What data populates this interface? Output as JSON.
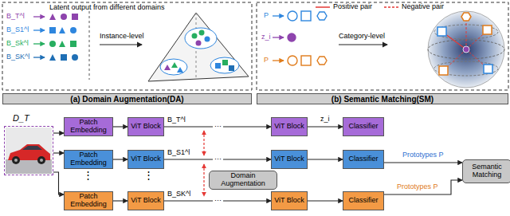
{
  "diagram": {
    "nodes": [
      {
        "text": [
          "(a) Domain Augmentation(DA)"
        ]
      },
      {
        "text": [
          "(b) Semantic Matching(SM)"
        ]
      },
      {
        "text": [
          "D_T"
        ]
      },
      {
        "text": [
          "Patch Embedding"
        ]
      },
      {
        "text": [
          "ViT Block"
        ]
      },
      {
        "text": [
          "ViT Block"
        ]
      },
      {
        "text": [
          "Classifier"
        ]
      },
      {
        "text": [
          "Patch Embedding"
        ]
      },
      {
        "text": [
          "ViT Block"
        ]
      },
      {
        "text": [
          "ViT Block"
        ]
      },
      {
        "text": [
          "Classifier"
        ]
      },
      {
        "text": [
          "Domain Augmentation"
        ]
      },
      {
        "text": [
          "Patch Embedding"
        ]
      },
      {
        "text": [
          "ViT Block"
        ]
      },
      {
        "text": [
          "ViT Block"
        ]
      },
      {
        "text": [
          "Classifier"
        ]
      },
      {
        "text": [
          "Semantic Matching"
        ]
      }
    ],
    "edges": [
      {
        "from": 2,
        "to": 3,
        "arrow": "to"
      },
      {
        "from": 2,
        "to": 7,
        "arrow": "to"
      },
      {
        "from": 2,
        "to": 12,
        "arrow": "to"
      },
      {
        "from": 3,
        "to": 4,
        "arrow": "to"
      },
      {
        "from": 4,
        "to": 5,
        "label": "···",
        "arrow": "to"
      },
      {
        "from": 5,
        "to": 6,
        "label": "z_i",
        "arrow": "to"
      },
      {
        "from": 7,
        "to": 8,
        "arrow": "to"
      },
      {
        "from": 8,
        "to": 9,
        "label": "···",
        "arrow": "to"
      },
      {
        "from": 9,
        "to": 10,
        "arrow": "to"
      },
      {
        "from": 12,
        "to": 13,
        "arrow": "to"
      },
      {
        "from": 13,
        "to": 14,
        "label": "···",
        "arrow": "to"
      },
      {
        "from": 14,
        "to": 15,
        "arrow": "to"
      },
      {
        "from": 10,
        "to": 16,
        "label": "Prototypes P",
        "arrow": "to"
      },
      {
        "from": 15,
        "to": 16,
        "label": "Prototypes P",
        "arrow": "to"
      }
    ],
    "labels": [
      "Latent output from different domains",
      "B_T^l",
      "B_S1^l",
      "B_Sk^l",
      "B_SK^l",
      "Instance-level",
      "P",
      "z_i",
      "P",
      "Category-level",
      "B_T^l",
      "B_S1^l",
      "B_SK^l",
      "⋮",
      "⋮"
    ],
    "legend": [
      {
        "text": "Positive pair"
      },
      {
        "text": "Negative pair"
      }
    ]
  }
}
